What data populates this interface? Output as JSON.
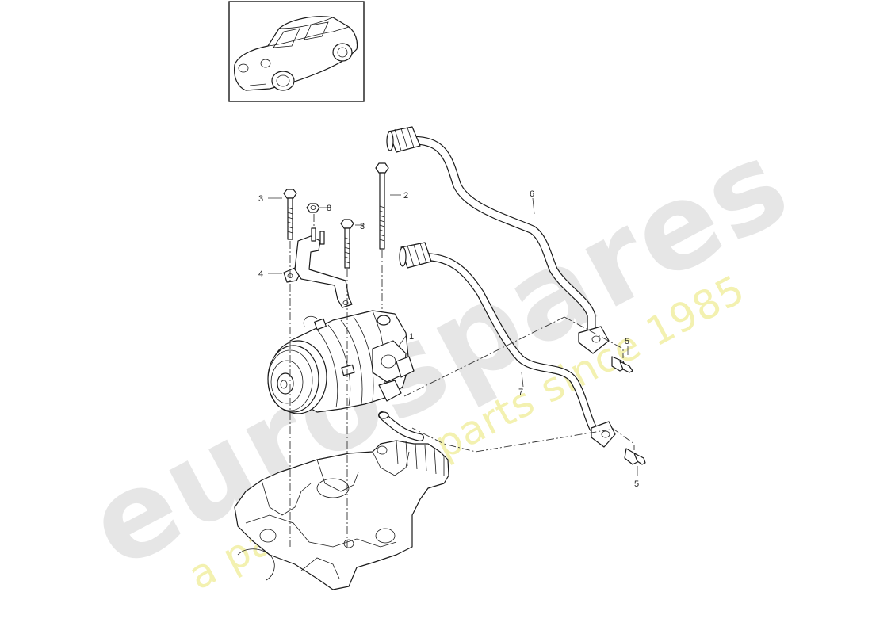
{
  "watermark": {
    "brand": "eurospares",
    "tagline": "a passion for parts since 1985"
  },
  "callouts": [
    {
      "id": "part-1",
      "label": "1"
    },
    {
      "id": "part-2",
      "label": "2"
    },
    {
      "id": "part-3a",
      "label": "3"
    },
    {
      "id": "part-3b",
      "label": "3"
    },
    {
      "id": "part-4",
      "label": "4"
    },
    {
      "id": "part-5a",
      "label": "5"
    },
    {
      "id": "part-5b",
      "label": "5"
    },
    {
      "id": "part-6",
      "label": "6"
    },
    {
      "id": "part-7",
      "label": "7"
    },
    {
      "id": "part-8",
      "label": "8"
    }
  ],
  "colors": {
    "line": "#1a1a1a",
    "watermark_grey": "#e6e6e6",
    "watermark_yellow": "#f3f1b0"
  }
}
